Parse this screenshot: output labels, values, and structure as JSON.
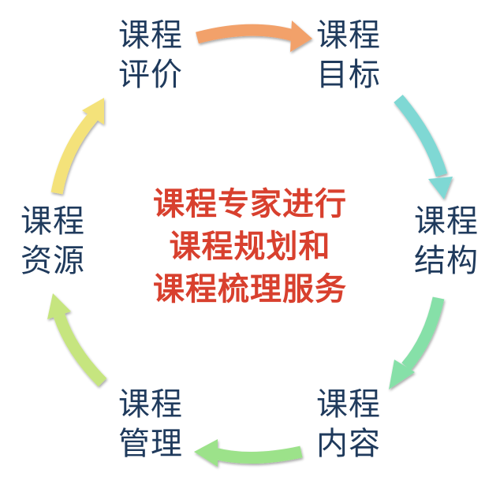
{
  "center": {
    "lines": [
      "课程专家进行",
      "课程规划和",
      "课程梳理服务"
    ],
    "color": "#d8402e"
  },
  "nodes": [
    {
      "line1": "课程",
      "line2": "评价"
    },
    {
      "line1": "课程",
      "line2": "目标"
    },
    {
      "line1": "课程",
      "line2": "结构"
    },
    {
      "line1": "课程",
      "line2": "内容"
    },
    {
      "line1": "课程",
      "line2": "管理"
    },
    {
      "line1": "课程",
      "line2": "资源"
    }
  ],
  "arrows": [
    {
      "from": "评价",
      "to": "目标",
      "color": "#f2a16b"
    },
    {
      "from": "目标",
      "to": "结构",
      "color": "#7fd8d4"
    },
    {
      "from": "结构",
      "to": "内容",
      "color": "#86e0a8"
    },
    {
      "from": "内容",
      "to": "管理",
      "color": "#9ce28a"
    },
    {
      "from": "管理",
      "to": "资源",
      "color": "#c6e57f"
    },
    {
      "from": "资源",
      "to": "评价",
      "color": "#f4e27a"
    }
  ],
  "label_color": "#1f3a5c"
}
